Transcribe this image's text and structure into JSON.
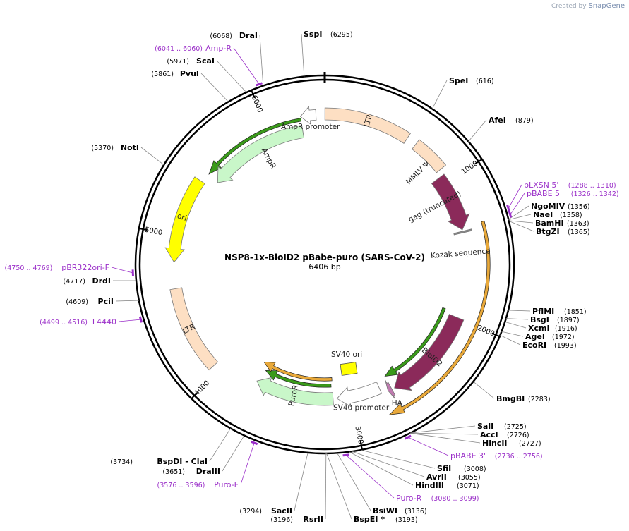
{
  "credit": {
    "prefix": "Created by",
    "brand": "SnapGene"
  },
  "plasmid": {
    "name": "NSP8-1x-BioID2 pBabe-puro (SARS-CoV-2)",
    "size_label": "6406 bp",
    "length": 6406
  },
  "ticks": [
    {
      "pos": 1000,
      "label": "1000"
    },
    {
      "pos": 2000,
      "label": "2000"
    },
    {
      "pos": 3000,
      "label": "3000"
    },
    {
      "pos": 4000,
      "label": "4000"
    },
    {
      "pos": 5000,
      "label": "5000"
    },
    {
      "pos": 6000,
      "label": "6000"
    }
  ],
  "features": [
    {
      "name": "LTR-top",
      "label": "LTR",
      "start": 1,
      "end": 590,
      "direction": "none",
      "color": "#fddfc3"
    },
    {
      "name": "mmlv-psi",
      "label": "MMLV Ψ",
      "start": 660,
      "end": 900,
      "direction": "none",
      "color": "#fddfc3"
    },
    {
      "name": "gag-truncated",
      "label": "gag (truncated)",
      "start": 940,
      "end": 1350,
      "direction": "forward",
      "color": "#8b2a5a"
    },
    {
      "name": "kozak-sequence",
      "label": "Kozak sequence",
      "start": 1360,
      "end": 1372,
      "direction": "none",
      "color": "#888888"
    },
    {
      "name": "bioid2",
      "label": "BioID2",
      "start": 1990,
      "end": 2680,
      "direction": "forward",
      "color": "#8b2a5a"
    },
    {
      "name": "ha-tag",
      "label": "HA",
      "start": 2700,
      "end": 2730,
      "direction": "forward",
      "color": "#c07ab0"
    },
    {
      "name": "sv40-promoter",
      "label": "SV40 promoter",
      "start": 2780,
      "end": 3110,
      "direction": "forward",
      "color": "#ffffff"
    },
    {
      "name": "puror",
      "label": "PuroR",
      "start": 3140,
      "end": 3740,
      "direction": "forward",
      "color": "#c9f7c9"
    },
    {
      "name": "LTR-bottom",
      "label": "LTR",
      "start": 4050,
      "end": 4640,
      "direction": "none",
      "color": "#fddfc3"
    },
    {
      "name": "ori",
      "label": "ori",
      "start": 4820,
      "end": 5410,
      "direction": "reverse",
      "color": "#ffff00"
    },
    {
      "name": "ampr",
      "label": "AmpR",
      "start": 5470,
      "end": 6240,
      "direction": "reverse",
      "color": "#c9f7c9"
    },
    {
      "name": "ampr-promoter",
      "label": "AmpR promoter",
      "start": 6240,
      "end": 6346,
      "direction": "reverse",
      "color": "#ffffff"
    }
  ],
  "sv40_ori": {
    "label": "SV40 ori",
    "color": "#ffff00"
  },
  "orfs": [
    {
      "name": "orf-gag-bioid2",
      "start": 1330,
      "end": 2790,
      "direction": "forward",
      "color": "#e9a93a"
    },
    {
      "name": "orf-bioid2-inner",
      "start": 1960,
      "end": 2700,
      "direction": "forward",
      "color": "#3a9a1a"
    },
    {
      "name": "orf-puror",
      "start": 3150,
      "end": 3720,
      "direction": "forward",
      "color": "#3a9a1a"
    },
    {
      "name": "orf-puror-outer",
      "start": 3140,
      "end": 3770,
      "direction": "forward",
      "color": "#e9a93a"
    },
    {
      "name": "orf-ampr",
      "start": 5480,
      "end": 6240,
      "direction": "reverse",
      "color": "#3a9a1a"
    }
  ],
  "sites": [
    {
      "name": "SspI",
      "pos": 6295,
      "label_pos": "(6295)",
      "side": "right"
    },
    {
      "name": "SpeI",
      "pos": 616,
      "label_pos": "(616)",
      "side": "right"
    },
    {
      "name": "AfeI",
      "pos": 879,
      "label_pos": "(879)",
      "side": "right"
    },
    {
      "name": "NgoMIV",
      "pos": 1356,
      "label_pos": "(1356)",
      "side": "right"
    },
    {
      "name": "NaeI",
      "pos": 1358,
      "label_pos": "(1358)",
      "side": "right"
    },
    {
      "name": "BamHI",
      "pos": 1363,
      "label_pos": "(1363)",
      "side": "right"
    },
    {
      "name": "BtgZI",
      "pos": 1365,
      "label_pos": "(1365)",
      "side": "right"
    },
    {
      "name": "PflMI",
      "pos": 1851,
      "label_pos": "(1851)",
      "side": "right"
    },
    {
      "name": "BsgI",
      "pos": 1897,
      "label_pos": "(1897)",
      "side": "right"
    },
    {
      "name": "XcmI",
      "pos": 1916,
      "label_pos": "(1916)",
      "side": "right"
    },
    {
      "name": "AgeI",
      "pos": 1972,
      "label_pos": "(1972)",
      "side": "right"
    },
    {
      "name": "EcoRI",
      "pos": 1993,
      "label_pos": "(1993)",
      "side": "right"
    },
    {
      "name": "BmgBI",
      "pos": 2283,
      "label_pos": "(2283)",
      "side": "right"
    },
    {
      "name": "SalI",
      "pos": 2725,
      "label_pos": "(2725)",
      "side": "right"
    },
    {
      "name": "AccI",
      "pos": 2726,
      "label_pos": "(2726)",
      "side": "right"
    },
    {
      "name": "HincII",
      "pos": 2727,
      "label_pos": "(2727)",
      "side": "right"
    },
    {
      "name": "SfiI",
      "pos": 3008,
      "label_pos": "(3008)",
      "side": "right"
    },
    {
      "name": "AvrII",
      "pos": 3055,
      "label_pos": "(3055)",
      "side": "right"
    },
    {
      "name": "HindIII",
      "pos": 3071,
      "label_pos": "(3071)",
      "side": "right"
    },
    {
      "name": "BsiWI",
      "pos": 3136,
      "label_pos": "(3136)",
      "side": "right"
    },
    {
      "name": "BspEI *",
      "pos": 3193,
      "label_pos": "(3193)",
      "side": "right"
    },
    {
      "name": "RsrII",
      "pos": 3196,
      "label_pos": "(3196)",
      "side": "left"
    },
    {
      "name": "SacII",
      "pos": 3294,
      "label_pos": "(3294)",
      "side": "left"
    },
    {
      "name": "DraIII",
      "pos": 3651,
      "label_pos": "(3651)",
      "side": "left"
    },
    {
      "name": "BspDI   - ClaI",
      "pos": 3734,
      "label_pos": "(3734)",
      "side": "left"
    },
    {
      "name": "PciI",
      "pos": 4609,
      "label_pos": "(4609)",
      "side": "left"
    },
    {
      "name": "DrdI",
      "pos": 4717,
      "label_pos": "(4717)",
      "side": "left"
    },
    {
      "name": "NotI",
      "pos": 5370,
      "label_pos": "(5370)",
      "side": "left"
    },
    {
      "name": "PvuI",
      "pos": 5861,
      "label_pos": "(5861)",
      "side": "left"
    },
    {
      "name": "ScaI",
      "pos": 5971,
      "label_pos": "(5971)",
      "side": "left"
    },
    {
      "name": "DraI",
      "pos": 6068,
      "label_pos": "(6068)",
      "side": "left"
    }
  ],
  "primers": [
    {
      "name": "pLXSN 5'",
      "start": 1288,
      "end": 1310,
      "range": "(1288 .. 1310)",
      "side": "right"
    },
    {
      "name": "pBABE 5'",
      "start": 1326,
      "end": 1342,
      "range": "(1326 .. 1342)",
      "side": "right"
    },
    {
      "name": "pBABE 3'",
      "start": 2736,
      "end": 2756,
      "range": "(2736 .. 2756)",
      "side": "right"
    },
    {
      "name": "Puro-R",
      "start": 3080,
      "end": 3099,
      "range": "(3080 .. 3099)",
      "side": "right"
    },
    {
      "name": "Puro-F",
      "start": 3576,
      "end": 3596,
      "range": "(3576 .. 3596)",
      "side": "left"
    },
    {
      "name": "L4440",
      "start": 4499,
      "end": 4516,
      "range": "(4499 .. 4516)",
      "side": "left"
    },
    {
      "name": "pBR322ori-F",
      "start": 4750,
      "end": 4769,
      "range": "(4750 .. 4769)",
      "side": "left"
    },
    {
      "name": "Amp-R",
      "start": 6041,
      "end": 6060,
      "range": "(6041 .. 6060)",
      "side": "left"
    }
  ]
}
